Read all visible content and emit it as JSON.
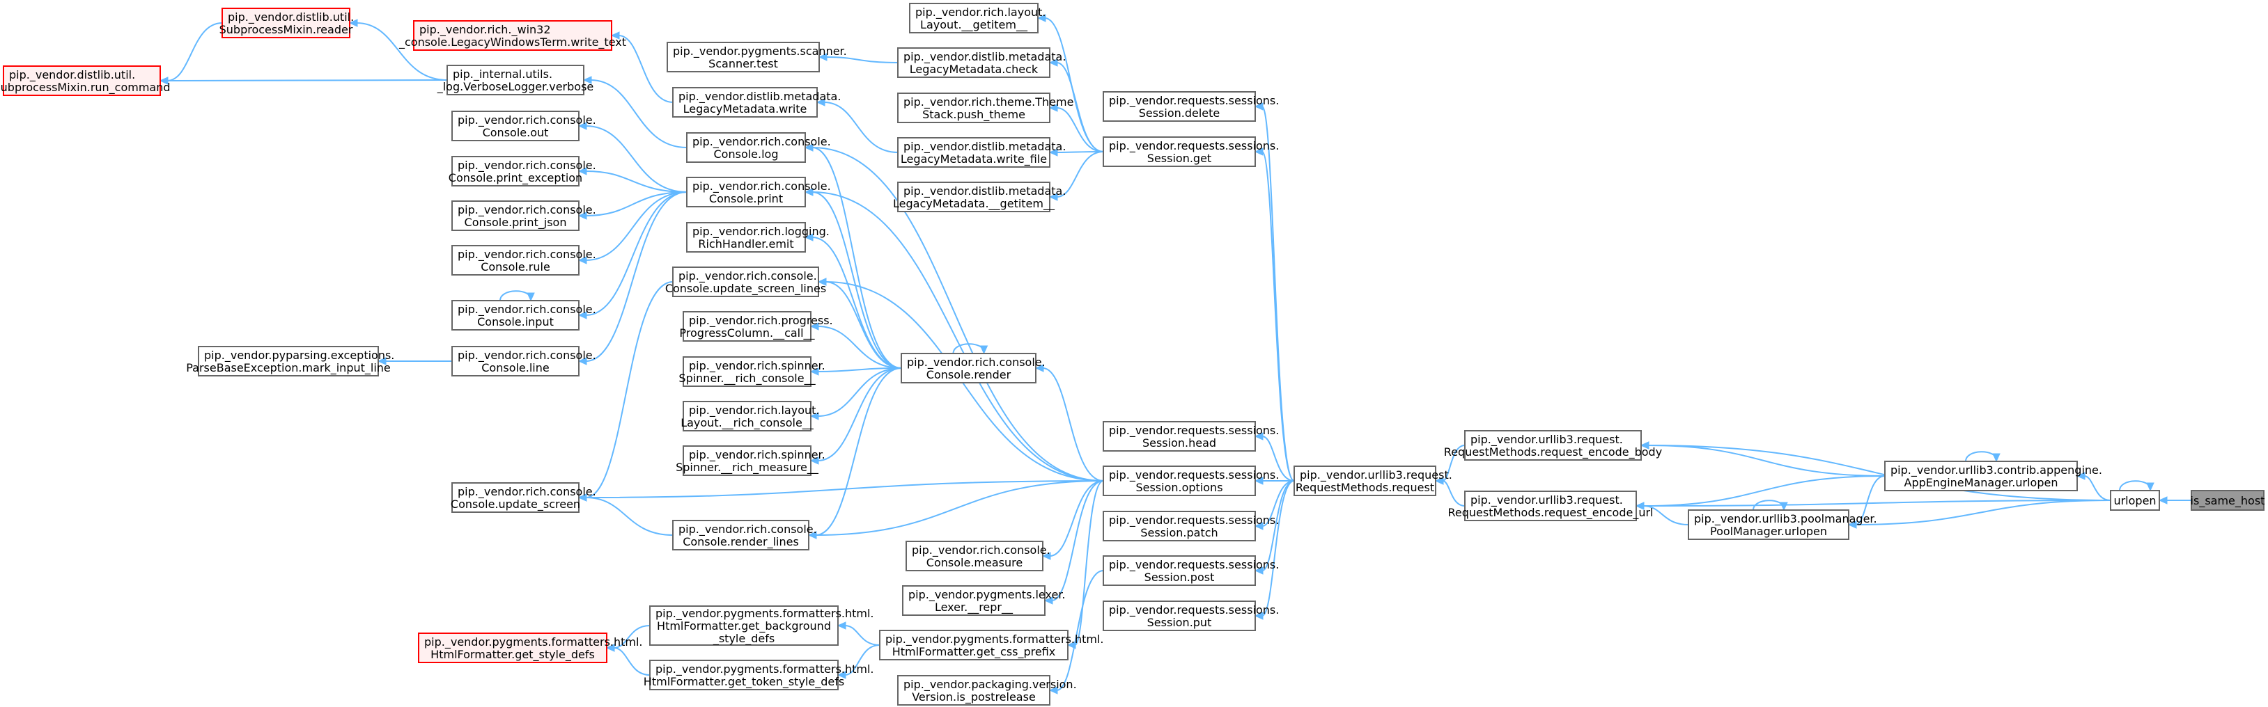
{
  "graph": {
    "title": "",
    "colors": {
      "edge": "#63b8ff",
      "node_border": "#666666",
      "highlight_border": "#ff0000",
      "highlight_fill": "#fff0f0",
      "focus_fill": "#999999",
      "background": "#ffffff"
    },
    "focus_node": "is_same_host",
    "nodes": [
      {
        "id": "is_same_host",
        "lines": [
          "is_same_host"
        ],
        "style": "focus"
      },
      {
        "id": "urlopen",
        "lines": [
          "urlopen"
        ],
        "style": "normal"
      },
      {
        "id": "appengine_urlopen",
        "lines": [
          "pip._vendor.urllib3.contrib.appengine.",
          "AppEngineManager.urlopen"
        ],
        "style": "normal"
      },
      {
        "id": "poolmanager_urlopen",
        "lines": [
          "pip._vendor.urllib3.poolmanager.",
          "PoolManager.urlopen"
        ],
        "style": "normal"
      },
      {
        "id": "request_encode_body",
        "lines": [
          "pip._vendor.urllib3.request.",
          "RequestMethods.request_encode_body"
        ],
        "style": "normal"
      },
      {
        "id": "request_encode_url",
        "lines": [
          "pip._vendor.urllib3.request.",
          "RequestMethods.request_encode_url"
        ],
        "style": "normal"
      },
      {
        "id": "requestmethods_request",
        "lines": [
          "pip._vendor.urllib3.request.",
          "RequestMethods.request"
        ],
        "style": "normal"
      },
      {
        "id": "session_delete",
        "lines": [
          "pip._vendor.requests.sessions.",
          "Session.delete"
        ],
        "style": "normal"
      },
      {
        "id": "session_get",
        "lines": [
          "pip._vendor.requests.sessions.",
          "Session.get"
        ],
        "style": "normal"
      },
      {
        "id": "session_head",
        "lines": [
          "pip._vendor.requests.sessions.",
          "Session.head"
        ],
        "style": "normal"
      },
      {
        "id": "session_options",
        "lines": [
          "pip._vendor.requests.sessions.",
          "Session.options"
        ],
        "style": "normal"
      },
      {
        "id": "session_patch",
        "lines": [
          "pip._vendor.requests.sessions.",
          "Session.patch"
        ],
        "style": "normal"
      },
      {
        "id": "session_post",
        "lines": [
          "pip._vendor.requests.sessions.",
          "Session.post"
        ],
        "style": "normal"
      },
      {
        "id": "session_put",
        "lines": [
          "pip._vendor.requests.sessions.",
          "Session.put"
        ],
        "style": "normal"
      },
      {
        "id": "layout_getitem",
        "lines": [
          "pip._vendor.rich.layout.",
          "Layout.__getitem__"
        ],
        "style": "normal"
      },
      {
        "id": "legacy_check",
        "lines": [
          "pip._vendor.distlib.metadata.",
          "LegacyMetadata.check"
        ],
        "style": "normal"
      },
      {
        "id": "theme_push",
        "lines": [
          "pip._vendor.rich.theme.Theme",
          "Stack.push_theme"
        ],
        "style": "normal"
      },
      {
        "id": "legacy_write_file",
        "lines": [
          "pip._vendor.distlib.metadata.",
          "LegacyMetadata.write_file"
        ],
        "style": "normal"
      },
      {
        "id": "legacy_getitem",
        "lines": [
          "pip._vendor.distlib.metadata.",
          "LegacyMetadata.__getitem__"
        ],
        "style": "normal"
      },
      {
        "id": "scanner_test",
        "lines": [
          "pip._vendor.pygments.scanner.",
          "Scanner.test"
        ],
        "style": "normal"
      },
      {
        "id": "legacy_write",
        "lines": [
          "pip._vendor.distlib.metadata.",
          "LegacyMetadata.write"
        ],
        "style": "normal"
      },
      {
        "id": "console_log",
        "lines": [
          "pip._vendor.rich.console.",
          "Console.log"
        ],
        "style": "normal"
      },
      {
        "id": "console_print",
        "lines": [
          "pip._vendor.rich.console.",
          "Console.print"
        ],
        "style": "normal"
      },
      {
        "id": "richhandler_emit",
        "lines": [
          "pip._vendor.rich.logging.",
          "RichHandler.emit"
        ],
        "style": "normal"
      },
      {
        "id": "update_screen_lines",
        "lines": [
          "pip._vendor.rich.console.",
          "Console.update_screen_lines"
        ],
        "style": "normal"
      },
      {
        "id": "progress_call",
        "lines": [
          "pip._vendor.rich.progress.",
          "ProgressColumn.__call__"
        ],
        "style": "normal"
      },
      {
        "id": "spinner_console",
        "lines": [
          "pip._vendor.rich.spinner.",
          "Spinner.__rich_console__"
        ],
        "style": "normal"
      },
      {
        "id": "layout_console",
        "lines": [
          "pip._vendor.rich.layout.",
          "Layout.__rich_console__"
        ],
        "style": "normal"
      },
      {
        "id": "spinner_measure",
        "lines": [
          "pip._vendor.rich.spinner.",
          "Spinner.__rich_measure__"
        ],
        "style": "normal"
      },
      {
        "id": "console_render",
        "lines": [
          "pip._vendor.rich.console.",
          "Console.render"
        ],
        "style": "normal"
      },
      {
        "id": "render_lines",
        "lines": [
          "pip._vendor.rich.console.",
          "Console.render_lines"
        ],
        "style": "normal"
      },
      {
        "id": "console_measure",
        "lines": [
          "pip._vendor.rich.console.",
          "Console.measure"
        ],
        "style": "normal"
      },
      {
        "id": "lexer_repr",
        "lines": [
          "pip._vendor.pygments.lexer.",
          "Lexer.__repr__"
        ],
        "style": "normal"
      },
      {
        "id": "get_css_prefix",
        "lines": [
          "pip._vendor.pygments.formatters.html.",
          "HtmlFormatter.get_css_prefix"
        ],
        "style": "normal"
      },
      {
        "id": "is_postrelease",
        "lines": [
          "pip._vendor.packaging.version.",
          "Version.is_postrelease"
        ],
        "style": "normal"
      },
      {
        "id": "get_background",
        "lines": [
          "pip._vendor.pygments.formatters.html.",
          "HtmlFormatter.get_background",
          "_style_defs"
        ],
        "style": "normal"
      },
      {
        "id": "get_token",
        "lines": [
          "pip._vendor.pygments.formatters.html.",
          "HtmlFormatter.get_token_style_defs"
        ],
        "style": "normal"
      },
      {
        "id": "get_style_defs",
        "lines": [
          "pip._vendor.pygments.formatters.html.",
          "HtmlFormatter.get_style_defs"
        ],
        "style": "red"
      },
      {
        "id": "win32_write",
        "lines": [
          "pip._vendor.rich._win32",
          "_console.LegacyWindowsTerm.write_text"
        ],
        "style": "red"
      },
      {
        "id": "verbose",
        "lines": [
          "pip._internal.utils.",
          "_log.VerboseLogger.verbose"
        ],
        "style": "normal"
      },
      {
        "id": "subprocess_reader",
        "lines": [
          "pip._vendor.distlib.util.",
          "SubprocessMixin.reader"
        ],
        "style": "red"
      },
      {
        "id": "subprocess_run",
        "lines": [
          "pip._vendor.distlib.util.",
          "SubprocessMixin.run_command"
        ],
        "style": "red"
      },
      {
        "id": "console_out",
        "lines": [
          "pip._vendor.rich.console.",
          "Console.out"
        ],
        "style": "normal"
      },
      {
        "id": "print_exception",
        "lines": [
          "pip._vendor.rich.console.",
          "Console.print_exception"
        ],
        "style": "normal"
      },
      {
        "id": "print_json",
        "lines": [
          "pip._vendor.rich.console.",
          "Console.print_json"
        ],
        "style": "normal"
      },
      {
        "id": "console_rule",
        "lines": [
          "pip._vendor.rich.console.",
          "Console.rule"
        ],
        "style": "normal"
      },
      {
        "id": "console_input",
        "lines": [
          "pip._vendor.rich.console.",
          "Console.input"
        ],
        "style": "normal"
      },
      {
        "id": "console_line",
        "lines": [
          "pip._vendor.rich.console.",
          "Console.line"
        ],
        "style": "normal"
      },
      {
        "id": "mark_input_line",
        "lines": [
          "pip._vendor.pyparsing.exceptions.",
          "ParseBaseException.mark_input_line"
        ],
        "style": "normal"
      },
      {
        "id": "update_screen",
        "lines": [
          "pip._vendor.rich.console.",
          "Console.update_screen"
        ],
        "style": "normal"
      }
    ],
    "edges": [
      [
        "urlopen",
        "is_same_host"
      ],
      [
        "urlopen",
        "urlopen"
      ],
      [
        "appengine_urlopen",
        "urlopen"
      ],
      [
        "appengine_urlopen",
        "appengine_urlopen"
      ],
      [
        "poolmanager_urlopen",
        "urlopen"
      ],
      [
        "poolmanager_urlopen",
        "appengine_urlopen"
      ],
      [
        "poolmanager_urlopen",
        "poolmanager_urlopen"
      ],
      [
        "request_encode_body",
        "urlopen"
      ],
      [
        "request_encode_body",
        "appengine_urlopen"
      ],
      [
        "request_encode_url",
        "urlopen"
      ],
      [
        "request_encode_url",
        "appengine_urlopen"
      ],
      [
        "request_encode_url",
        "poolmanager_urlopen"
      ],
      [
        "requestmethods_request",
        "request_encode_body"
      ],
      [
        "requestmethods_request",
        "request_encode_url"
      ],
      [
        "session_delete",
        "requestmethods_request"
      ],
      [
        "session_get",
        "requestmethods_request"
      ],
      [
        "session_head",
        "requestmethods_request"
      ],
      [
        "session_options",
        "requestmethods_request"
      ],
      [
        "session_patch",
        "requestmethods_request"
      ],
      [
        "session_post",
        "requestmethods_request"
      ],
      [
        "session_put",
        "requestmethods_request"
      ],
      [
        "layout_getitem",
        "session_get"
      ],
      [
        "legacy_check",
        "session_get"
      ],
      [
        "theme_push",
        "session_get"
      ],
      [
        "legacy_write_file",
        "session_get"
      ],
      [
        "legacy_getitem",
        "session_get"
      ],
      [
        "scanner_test",
        "legacy_check"
      ],
      [
        "legacy_write",
        "legacy_write_file"
      ],
      [
        "console_log",
        "session_options"
      ],
      [
        "console_print",
        "session_options"
      ],
      [
        "update_screen_lines",
        "session_options"
      ],
      [
        "console_render",
        "session_options"
      ],
      [
        "render_lines",
        "session_options"
      ],
      [
        "console_measure",
        "session_options"
      ],
      [
        "lexer_repr",
        "session_options"
      ],
      [
        "get_css_prefix",
        "session_options"
      ],
      [
        "is_postrelease",
        "session_post"
      ],
      [
        "update_screen",
        "session_options"
      ],
      [
        "console_log",
        "console_render"
      ],
      [
        "console_print",
        "console_render"
      ],
      [
        "richhandler_emit",
        "console_render"
      ],
      [
        "update_screen_lines",
        "console_render"
      ],
      [
        "progress_call",
        "console_render"
      ],
      [
        "spinner_console",
        "console_render"
      ],
      [
        "layout_console",
        "console_render"
      ],
      [
        "spinner_measure",
        "console_render"
      ],
      [
        "render_lines",
        "console_render"
      ],
      [
        "console_render",
        "console_render"
      ],
      [
        "update_screen",
        "render_lines"
      ],
      [
        "get_background",
        "get_css_prefix"
      ],
      [
        "get_token",
        "get_css_prefix"
      ],
      [
        "get_style_defs",
        "get_background"
      ],
      [
        "get_style_defs",
        "get_token"
      ],
      [
        "verbose",
        "console_log"
      ],
      [
        "win32_write",
        "legacy_write"
      ],
      [
        "subprocess_reader",
        "verbose"
      ],
      [
        "subprocess_run",
        "verbose"
      ],
      [
        "subprocess_run",
        "subprocess_reader"
      ],
      [
        "console_out",
        "console_print"
      ],
      [
        "print_exception",
        "console_print"
      ],
      [
        "print_json",
        "console_print"
      ],
      [
        "console_rule",
        "console_print"
      ],
      [
        "console_input",
        "console_print"
      ],
      [
        "console_line",
        "console_print"
      ],
      [
        "console_input",
        "console_input"
      ],
      [
        "mark_input_line",
        "console_line"
      ],
      [
        "update_screen",
        "update_screen_lines"
      ]
    ]
  }
}
